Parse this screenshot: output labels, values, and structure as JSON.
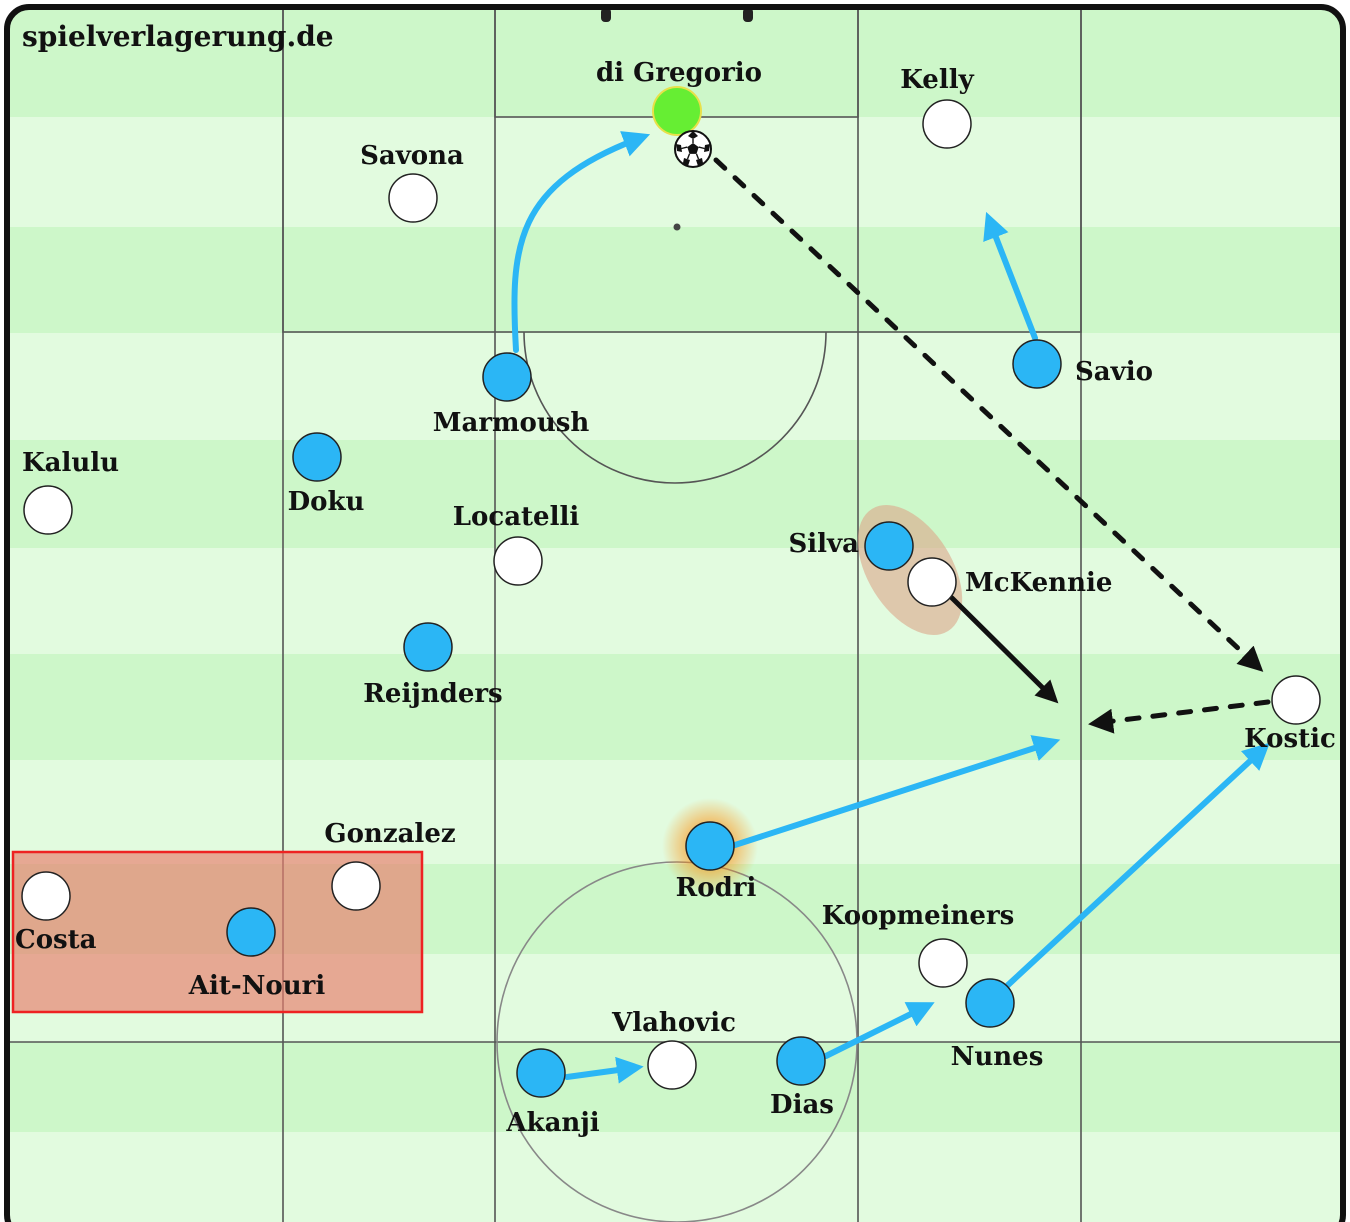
{
  "watermark": "spielverlagerung.de",
  "colors": {
    "stripe_dark": "#cdf7c9",
    "stripe_light": "#e2fbdf",
    "team_a": "#2bb6f5",
    "team_b": "#ffffff",
    "goalkeeper": "#66ee33",
    "arrow_a": "#2bb6f5",
    "arrow_b": "#111111",
    "highlight_box": "#e8806e",
    "highlight_border": "#ee2222",
    "pressure_oval": "#dca68a",
    "rodri_glow": "#ff8800",
    "lines": "#555555",
    "frame": "#111111"
  },
  "players": {
    "di_gregorio": {
      "name": "di Gregorio",
      "team": "goalkeeper"
    },
    "kelly": {
      "name": "Kelly",
      "team": "b"
    },
    "savona": {
      "name": "Savona",
      "team": "b"
    },
    "marmoush": {
      "name": "Marmoush",
      "team": "a"
    },
    "savio": {
      "name": "Savio",
      "team": "a"
    },
    "kalulu": {
      "name": "Kalulu",
      "team": "b"
    },
    "doku": {
      "name": "Doku",
      "team": "a"
    },
    "locatelli": {
      "name": "Locatelli",
      "team": "b"
    },
    "silva": {
      "name": "Silva",
      "team": "a"
    },
    "mckennie": {
      "name": "McKennie",
      "team": "b"
    },
    "reijnders": {
      "name": "Reijnders",
      "team": "a"
    },
    "kostic": {
      "name": "Kostic",
      "team": "b"
    },
    "gonzalez": {
      "name": "Gonzalez",
      "team": "b"
    },
    "rodri": {
      "name": "Rodri",
      "team": "a"
    },
    "costa": {
      "name": "Costa",
      "team": "b"
    },
    "ait_nouri": {
      "name": "Ait-Nouri",
      "team": "a"
    },
    "koopmeiners": {
      "name": "Koopmeiners",
      "team": "b"
    },
    "nunes": {
      "name": "Nunes",
      "team": "a"
    },
    "vlahovic": {
      "name": "Vlahovic",
      "team": "b"
    },
    "akanji": {
      "name": "Akanji",
      "team": "a"
    },
    "dias": {
      "name": "Dias",
      "team": "a"
    }
  },
  "icons": {
    "ball": "soccer-ball-icon"
  }
}
